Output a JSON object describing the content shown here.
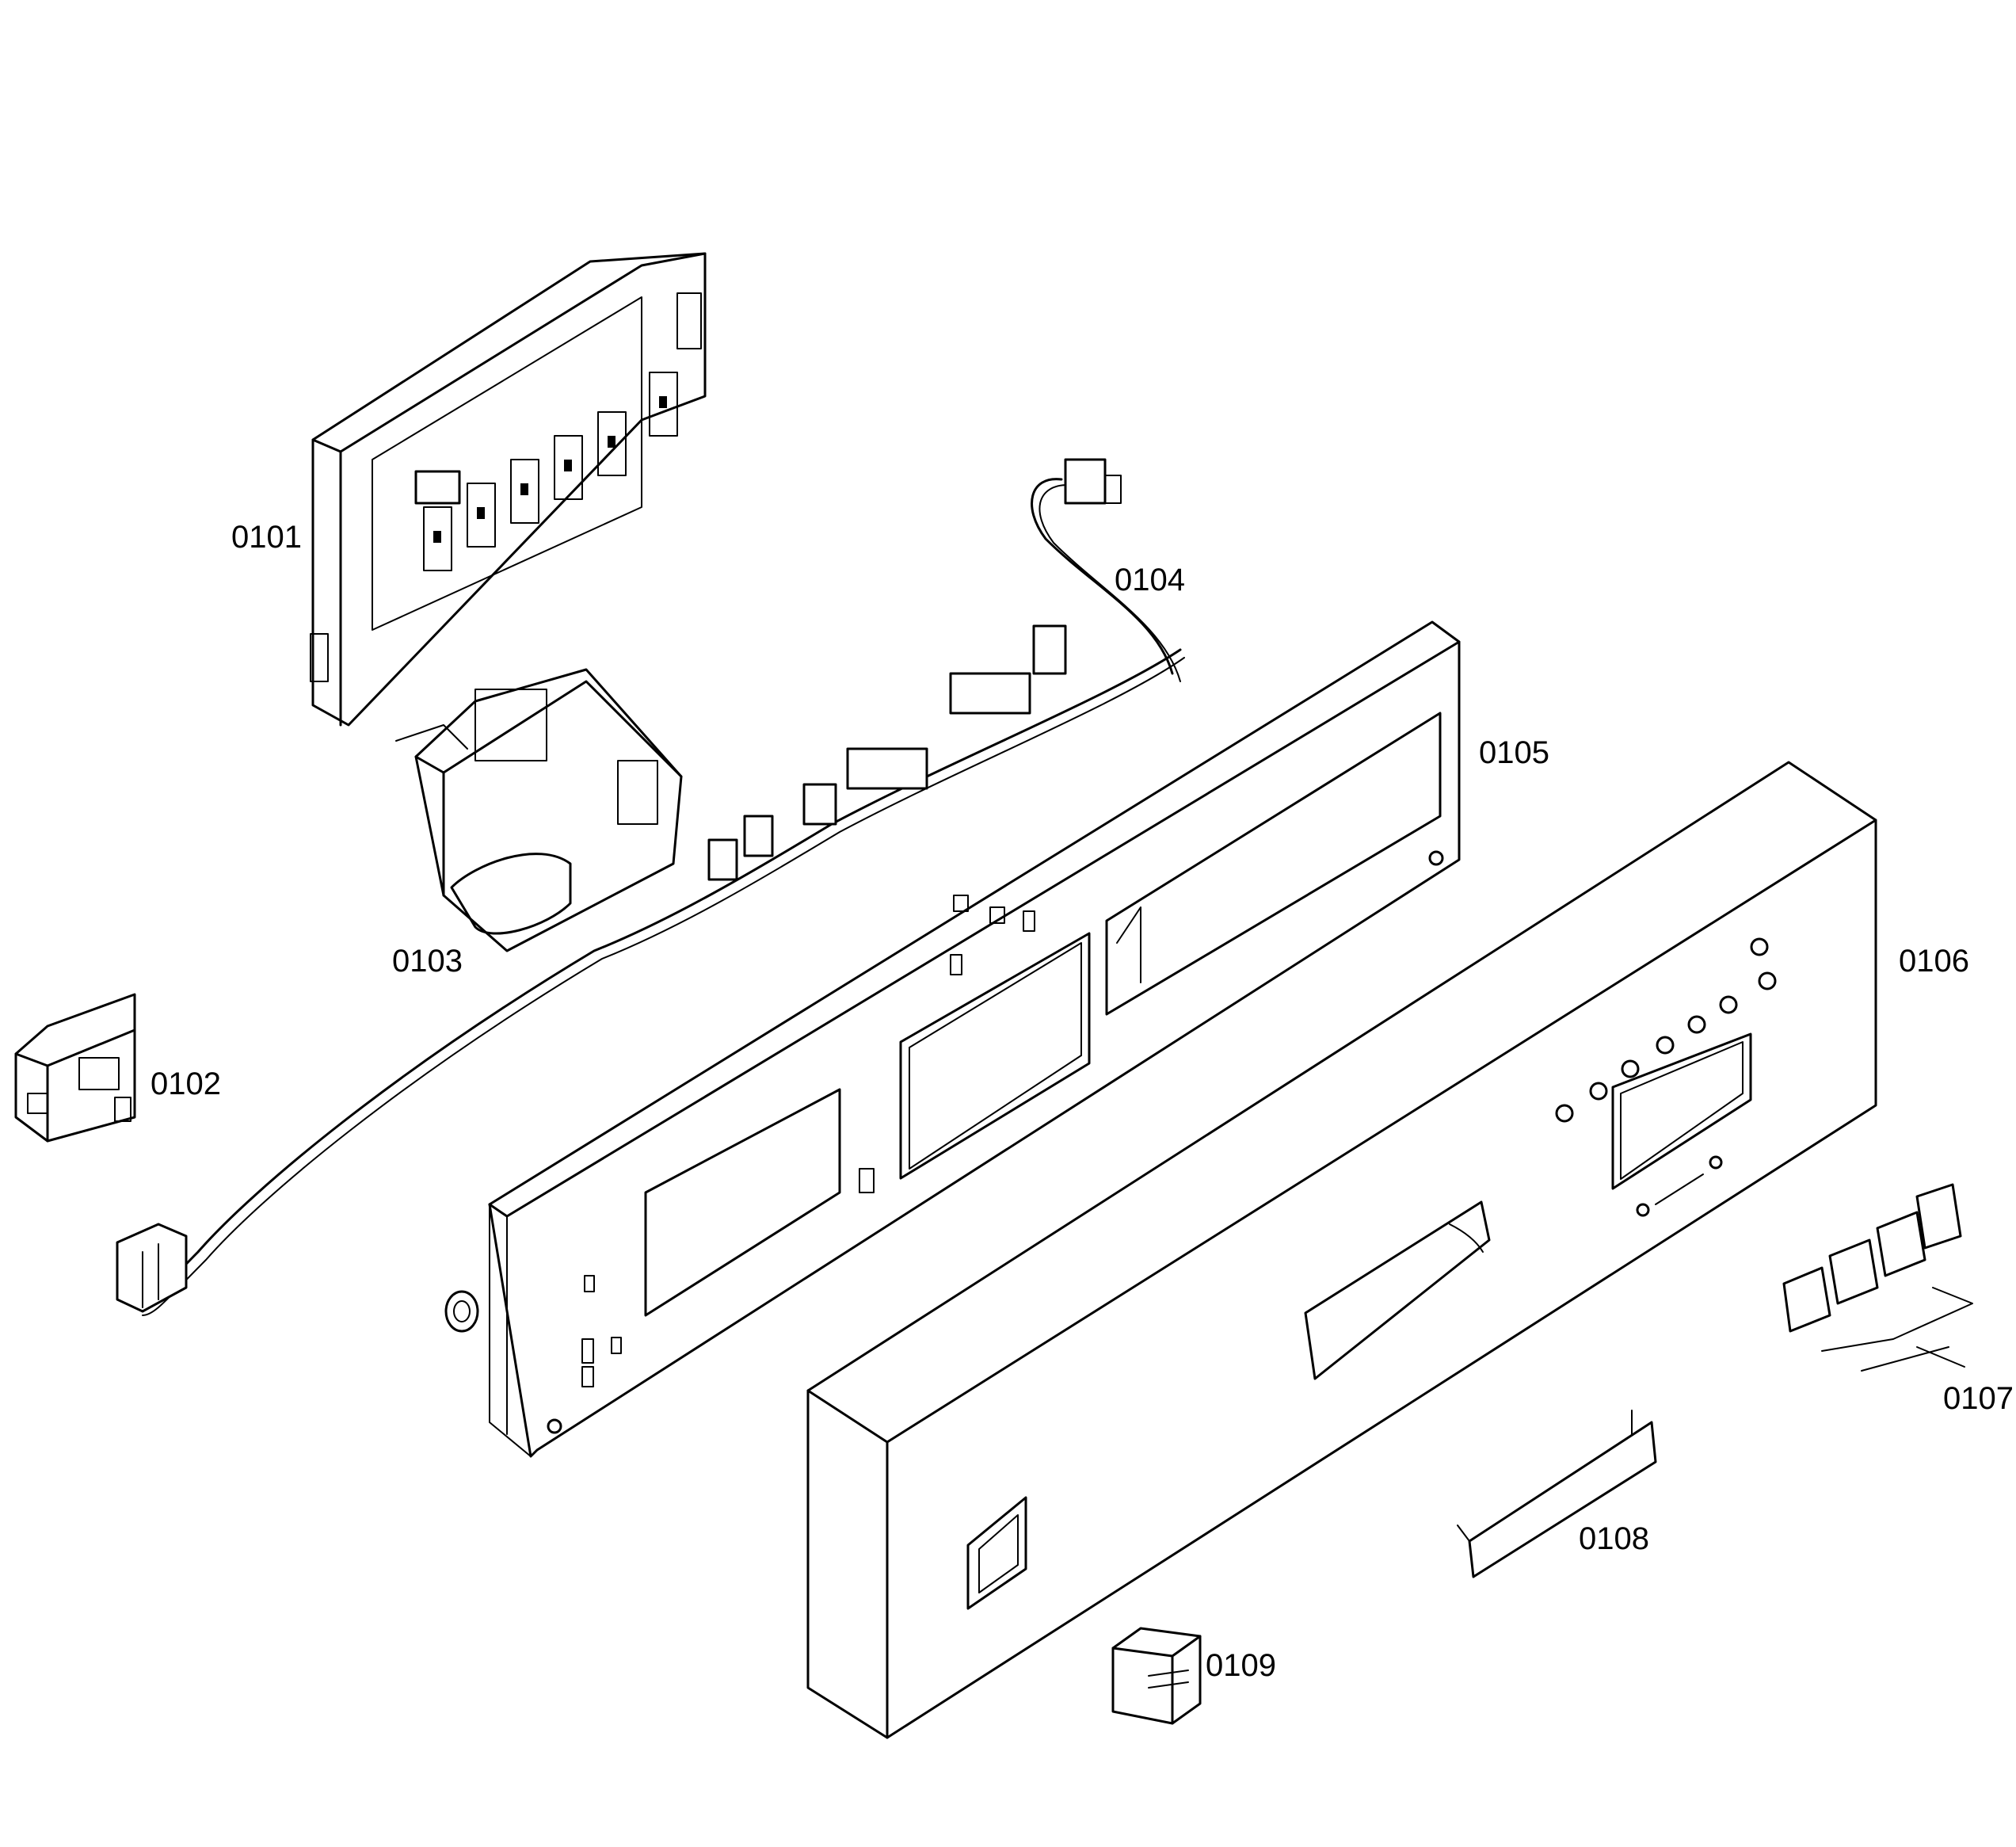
{
  "parts": [
    {
      "id": "0101",
      "icon": "control-module"
    },
    {
      "id": "0102",
      "icon": "door-switch"
    },
    {
      "id": "0103",
      "icon": "door-lock"
    },
    {
      "id": "0104",
      "icon": "wire-harness"
    },
    {
      "id": "0105",
      "icon": "panel-frame"
    },
    {
      "id": "0106",
      "icon": "control-panel-facia"
    },
    {
      "id": "0107",
      "icon": "push-buttons"
    },
    {
      "id": "0108",
      "icon": "handle-trim"
    },
    {
      "id": "0109",
      "icon": "knob-button"
    }
  ],
  "colors": {
    "line": "#000000",
    "background": "#ffffff"
  }
}
